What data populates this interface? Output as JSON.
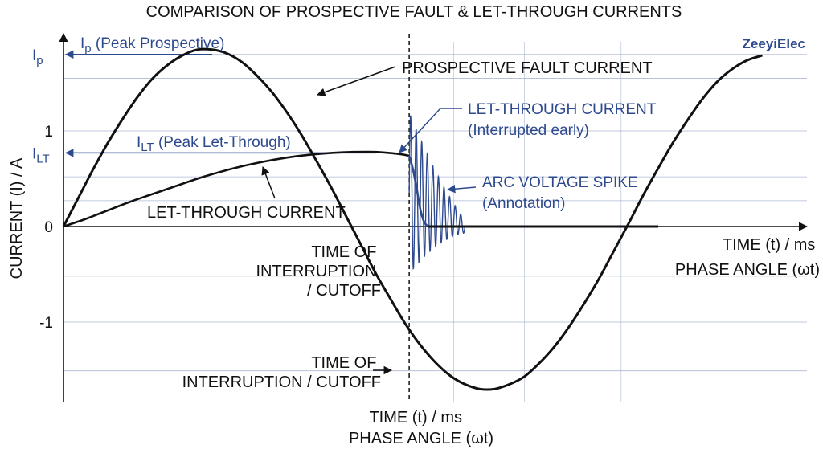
{
  "chart_data": {
    "type": "line",
    "title": "COMPARISON OF PROSPECTIVE FAULT & LET-THROUGH CURRENTS",
    "watermark": "ZeeyiElec",
    "ylabel": "CURRENT (I) / A",
    "xlabel_right": [
      "TIME (t) / ms",
      "PHASE ANGLE (ωt)"
    ],
    "xlabel_bottom": [
      "TIME (t) / ms",
      "PHASE ANGLE (ωt)"
    ],
    "ylim": [
      -1.78,
      2.0
    ],
    "xlim": [
      0,
      1
    ],
    "y_ticks": [
      {
        "value": 1.8,
        "main": "I",
        "sub": "p"
      },
      {
        "value": 1,
        "main": "1",
        "sub": ""
      },
      {
        "value": 0.77,
        "main": "I",
        "sub": "LT"
      },
      {
        "value": 0,
        "main": "0",
        "sub": ""
      },
      {
        "value": -1,
        "main": "-1",
        "sub": ""
      }
    ],
    "grid": true,
    "grid_y": [
      1.8,
      1.55,
      1.0,
      0.77,
      0.52,
      0.27,
      -0.52,
      -1.0,
      -1.51
    ],
    "grid_x": [
      0.525,
      0.62,
      0.75
    ],
    "cutoff_x": 0.465,
    "colors": {
      "curve": "#111111",
      "accent": "#2e4a8f",
      "grid": "#9aa7c7"
    },
    "series": [
      {
        "name": "PROSPECTIVE FAULT CURRENT",
        "x": [
          0,
          0.02,
          0.04,
          0.06,
          0.08,
          0.1,
          0.12,
          0.14,
          0.16,
          0.18,
          0.2,
          0.22,
          0.24,
          0.26,
          0.28,
          0.3,
          0.32,
          0.34,
          0.36,
          0.38,
          0.4,
          0.42,
          0.44,
          0.46,
          0.48,
          0.5,
          0.52,
          0.54,
          0.56,
          0.58,
          0.6,
          0.62,
          0.64,
          0.66,
          0.68,
          0.7,
          0.72,
          0.74,
          0.76,
          0.78,
          0.8,
          0.82,
          0.84,
          0.86,
          0.88,
          0.9,
          0.92,
          0.94
        ],
        "values": [
          0,
          0.3,
          0.6,
          0.88,
          1.13,
          1.36,
          1.55,
          1.69,
          1.79,
          1.85,
          1.85,
          1.81,
          1.72,
          1.58,
          1.41,
          1.2,
          0.96,
          0.69,
          0.41,
          0.11,
          -0.19,
          -0.49,
          -0.76,
          -1.02,
          -1.24,
          -1.42,
          -1.56,
          -1.65,
          -1.7,
          -1.7,
          -1.65,
          -1.57,
          -1.43,
          -1.26,
          -1.05,
          -0.81,
          -0.55,
          -0.26,
          0.03,
          0.33,
          0.61,
          0.88,
          1.12,
          1.34,
          1.52,
          1.65,
          1.74,
          1.79
        ]
      },
      {
        "name": "LET-THROUGH CURRENT",
        "x": [
          0,
          0.03,
          0.06,
          0.09,
          0.12,
          0.15,
          0.18,
          0.21,
          0.24,
          0.27,
          0.3,
          0.33,
          0.36,
          0.39,
          0.42,
          0.45,
          0.465,
          0.47,
          0.475,
          0.48,
          0.485,
          0.49,
          0.5,
          0.52,
          0.56,
          0.6,
          0.64,
          0.68,
          0.72,
          0.76,
          0.8
        ],
        "values": [
          0,
          0.08,
          0.17,
          0.26,
          0.34,
          0.42,
          0.5,
          0.57,
          0.63,
          0.68,
          0.72,
          0.75,
          0.77,
          0.78,
          0.78,
          0.76,
          0.74,
          0.6,
          0.4,
          0.18,
          0.05,
          0,
          0,
          0,
          0,
          0,
          0,
          0,
          0,
          0,
          0
        ]
      }
    ],
    "arc_spike": {
      "x_start": 0.465,
      "x_end": 0.54,
      "amplitude_start": 0.85,
      "amplitude_end": 0.12,
      "cycles": 10
    },
    "annotations": [
      {
        "id": "ip",
        "main": "I",
        "sub": "p",
        "rest": " (Peak Prospective)"
      },
      {
        "id": "ilt",
        "main": "I",
        "sub": "LT",
        "rest": " (Peak Let-Through)"
      },
      {
        "id": "pfc",
        "text": "PROSPECTIVE FAULT CURRENT"
      },
      {
        "id": "ltc_blue",
        "lines": [
          "LET-THROUGH CURRENT",
          "(Interrupted early)"
        ]
      },
      {
        "id": "arc",
        "lines": [
          "ARC VOLTAGE SPIKE",
          "(Annotation)"
        ]
      },
      {
        "id": "ltc_black",
        "text": "LET-THROUGH CURRENT"
      },
      {
        "id": "cutoff_upper",
        "lines": [
          "TIME OF",
          "INTERRUPTION",
          "/ CUTOFF"
        ]
      },
      {
        "id": "cutoff_lower",
        "lines": [
          "TIME OF",
          "INTERRUPTION / CUTOFF"
        ]
      }
    ]
  }
}
